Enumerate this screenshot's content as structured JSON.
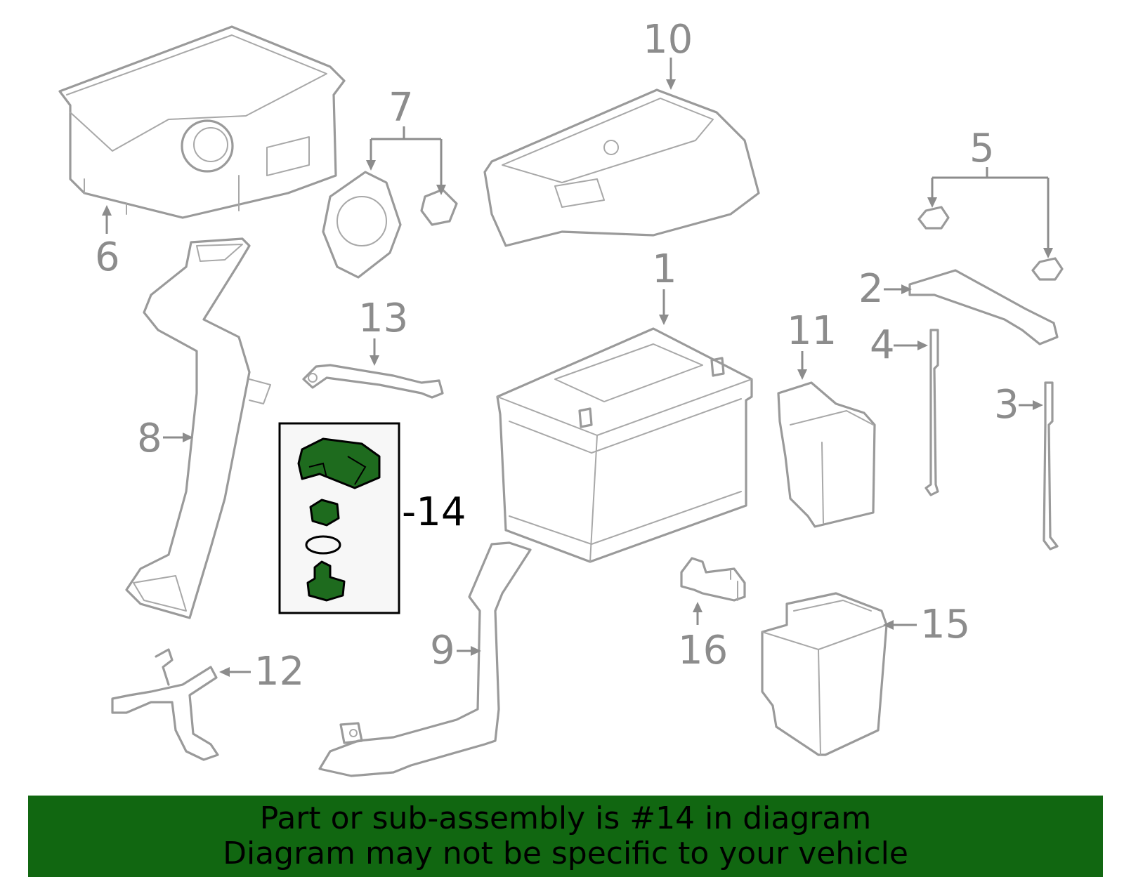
{
  "callouts": {
    "c1": "1",
    "c2": "2",
    "c3": "3",
    "c4": "4",
    "c5": "5",
    "c6": "6",
    "c7": "7",
    "c8": "8",
    "c9": "9",
    "c10": "10",
    "c11": "11",
    "c12": "12",
    "c13": "13",
    "c14": "-14",
    "c15": "15",
    "c16": "16"
  },
  "highlight": {
    "part": "14",
    "color": "#1e6b1e",
    "box_color": "#000000"
  },
  "banner": {
    "line1": "Part or sub-assembly is #14 in diagram",
    "line2": "Diagram may not be specific to your vehicle",
    "background": "#116711"
  },
  "colors": {
    "line_art": "#9a9a9a",
    "callout_text": "#8c8c8c"
  }
}
